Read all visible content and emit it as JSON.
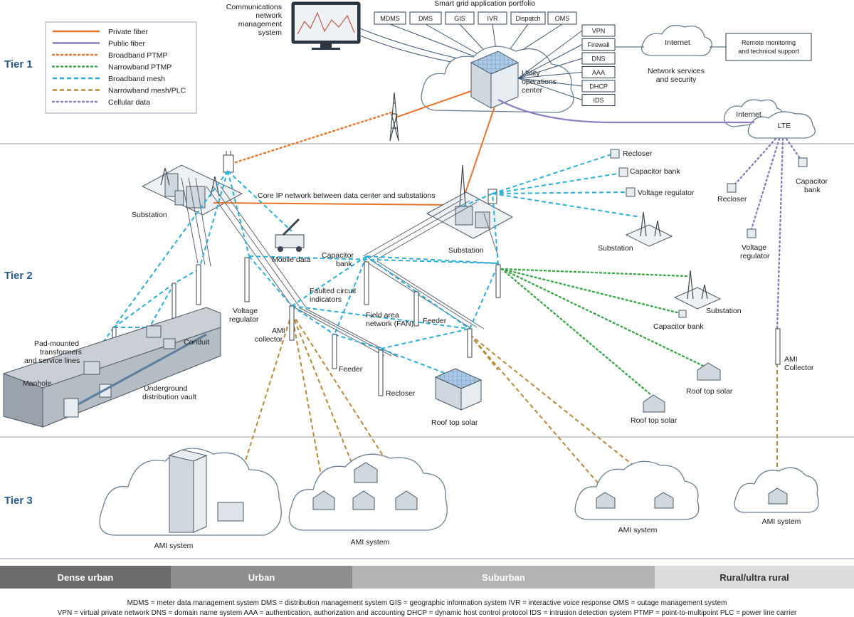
{
  "legend": {
    "items": [
      {
        "label": "Private fiber",
        "color": "#e8742c",
        "style": "solid"
      },
      {
        "label": "Public fiber",
        "color": "#8a7cc0",
        "style": "solid"
      },
      {
        "label": "Broadband PTMP",
        "color": "#e8742c",
        "style": "dotted"
      },
      {
        "label": "Narrowband PTMP",
        "color": "#3aa84a",
        "style": "dotted"
      },
      {
        "label": "Broadband mesh",
        "color": "#2aaed6",
        "style": "dashed"
      },
      {
        "label": "Narrowband mesh/PLC",
        "color": "#b8893a",
        "style": "dashed"
      },
      {
        "label": "Cellular data",
        "color": "#8a7cc0",
        "style": "dotted"
      }
    ]
  },
  "tiers": [
    "Tier 1",
    "Tier 2",
    "Tier 3"
  ],
  "tier1": {
    "nms_label": [
      "Communications",
      "network",
      "management",
      "system"
    ],
    "portfolio_title": "Smart grid application portfolio",
    "apps": [
      "MDMS",
      "DMS",
      "GIS",
      "IVR",
      "Dispatch",
      "OMS"
    ],
    "services": [
      "VPN",
      "Firewall",
      "DNS",
      "AAA",
      "DHCP",
      "IDS"
    ],
    "internet": "Internet",
    "remote": [
      "Remote monitoring",
      "and technical support"
    ],
    "net_services": [
      "Network services",
      "and security"
    ],
    "uoc": [
      "Utility",
      "operations",
      "center"
    ],
    "internet2": "Internet",
    "lte": "LTE"
  },
  "tier2": {
    "substation_left": "Substation",
    "core_ip": "Core IP network between data center and substations",
    "mobile_data": "Mobile data",
    "substation_center": "Substation",
    "capacitor_bank_center": [
      "Capacitor",
      "bank"
    ],
    "faulted": [
      "Faulted circuit",
      "indicators"
    ],
    "fan": [
      "Field area",
      "network (FAN)"
    ],
    "feeder_center": "Feeder",
    "voltage_reg_left": [
      "Voltage",
      "regulator"
    ],
    "ami_collector_left": [
      "AMI",
      "collector"
    ],
    "feeder_lower": "Feeder",
    "recloser_lower": "Recloser",
    "roof_solar_center": "Roof top solar",
    "pad_mounted": [
      "Pad-mounted",
      "transformers",
      "and service lines"
    ],
    "conduit": "Conduit",
    "manhole": "Manhole",
    "vault": [
      "Underground",
      "distribution vault"
    ],
    "recloser_right": "Recloser",
    "capacitor_bank_right": "Capacitor bank",
    "voltage_reg_right": "Voltage regulator",
    "substation_right": "Substation",
    "substation_far": "Substation",
    "capacitor_bank_far": "Capacitor bank",
    "roof_solar_r1": "Roof top solar",
    "roof_solar_r2": "Roof top solar",
    "rural_recloser": "Recloser",
    "rural_voltage_reg": [
      "Voltage",
      "regulator"
    ],
    "rural_capacitor": [
      "Capacitor",
      "bank"
    ],
    "ami_collector_right": [
      "AMI",
      "Collector"
    ]
  },
  "tier3": {
    "ami_systems": [
      "AMI system",
      "AMI system",
      "AMI system",
      "AMI system"
    ]
  },
  "density_bands": [
    {
      "label": "Dense urban",
      "color": "#6b6b6b"
    },
    {
      "label": "Urban",
      "color": "#8e8e8e"
    },
    {
      "label": "Suburban",
      "color": "#b3b3b3"
    },
    {
      "label": "Rural/ultra rural",
      "color": "#dcdcdc"
    }
  ],
  "glossary": [
    "MDMS = meter data management system   DMS = distribution management system   GIS = geographic information system   IVR = interactive voice response   OMS = outage management system",
    "VPN = virtual private network   DNS = domain name system   AAA = authentication, authorization and accounting   DHCP = dynamic host control protocol   IDS = intrusion detection system   PTMP = point-to-multipoint   PLC = power line carrier"
  ]
}
